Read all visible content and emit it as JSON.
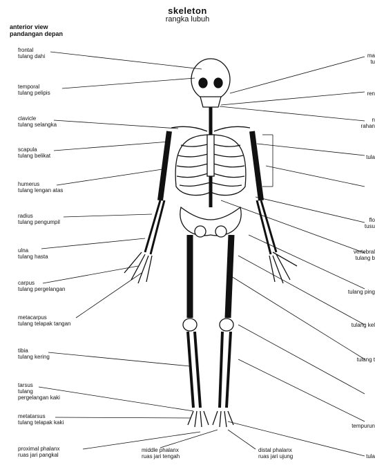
{
  "header": {
    "title": "skeleton",
    "subtitle": "rangka lubuh",
    "view_en": "anterior view",
    "view_id": "pandangan depan"
  },
  "left_labels": [
    {
      "a": "frontal",
      "b": "tulang dahi"
    },
    {
      "a": "temporal",
      "b": "tulang pelipis"
    },
    {
      "a": "clavicle",
      "b": "tulang selangka"
    },
    {
      "a": "scapula",
      "b": "tulang belikat"
    },
    {
      "a": "humerus",
      "b": "tulang lengan atas"
    },
    {
      "a": "radius",
      "b": "tulang pengumpil"
    },
    {
      "a": "ulna",
      "b": "tulang hasta"
    },
    {
      "a": "carpus",
      "b": "tulang pergelangan"
    },
    {
      "a": "metacarpus",
      "b": "tulang telapak tangan"
    },
    {
      "a": "tibia",
      "b": "tulang kering"
    },
    {
      "a": "tarsus",
      "b": "tulang"
    },
    {
      "a": "",
      "b": "pergelangan kaki"
    },
    {
      "a": "metatarsus",
      "b": "tulang telapak kaki"
    },
    {
      "a": "proximal phalanx",
      "b": "ruas jari pangkal"
    }
  ],
  "bottom_labels": [
    {
      "a": "middle phalanx",
      "b": "ruas jari tengah"
    },
    {
      "a": "distal phalanx",
      "b": "ruas jari ujung"
    }
  ],
  "right_labels": [
    {
      "a": "ma",
      "b": "tu"
    },
    {
      "a": "",
      "b": "ren"
    },
    {
      "a": "n",
      "b": "rahan"
    },
    {
      "a": "",
      "b": "tula"
    },
    {
      "a": "flo",
      "b": "tusu"
    },
    {
      "a": "vertebral",
      "b": "tulang b"
    },
    {
      "a": "",
      "b": "tulang ping"
    },
    {
      "a": "",
      "b": "tulang kel"
    },
    {
      "a": "",
      "b": "tulang t"
    },
    {
      "a": "",
      "b": "tempurun"
    },
    {
      "a": "",
      "b": "tula"
    }
  ]
}
